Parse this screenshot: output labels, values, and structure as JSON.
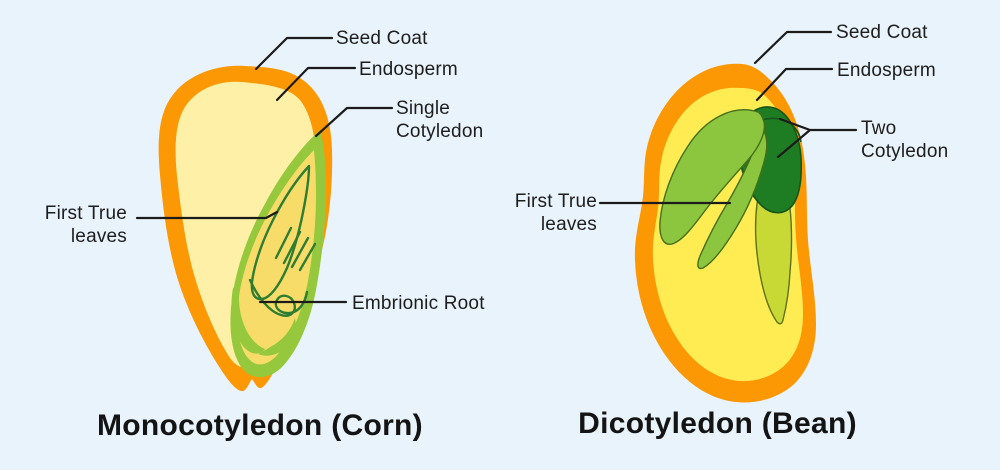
{
  "background_color": "#E9F3FB",
  "colors": {
    "seed_coat_orange": "#FC9804",
    "corn_endosperm_cream": "#FEF0A6",
    "corn_embryo_yellow": "#F8DC6A",
    "cotyledon_green": "#95C83C",
    "detail_dark_green": "#2E7D32",
    "bean_endosperm_yellow": "#FEEC52",
    "bean_cotyledon_dark_green": "#1E7D23",
    "bean_leaf_green": "#8CC63E",
    "bean_stem_yellow_green": "#C8D935",
    "label_text": "#1D1D1D",
    "leader_line": "#1B1B1B"
  },
  "corn": {
    "title": "Monocotyledon (Corn)",
    "labels": {
      "seed_coat": "Seed Coat",
      "endosperm": "Endosperm",
      "single_cotyledon_lines": [
        "Single",
        "Cotyledon"
      ],
      "first_true_leaves_lines": [
        "First True",
        "leaves"
      ],
      "embrionic_root": "Embrionic Root"
    }
  },
  "bean": {
    "title": "Dicotyledon (Bean)",
    "labels": {
      "seed_coat": "Seed Coat",
      "endosperm": "Endosperm",
      "two_cotyledon_lines": [
        "Two",
        "Cotyledon"
      ],
      "first_true_leaves_lines": [
        "First True",
        "leaves"
      ]
    }
  }
}
